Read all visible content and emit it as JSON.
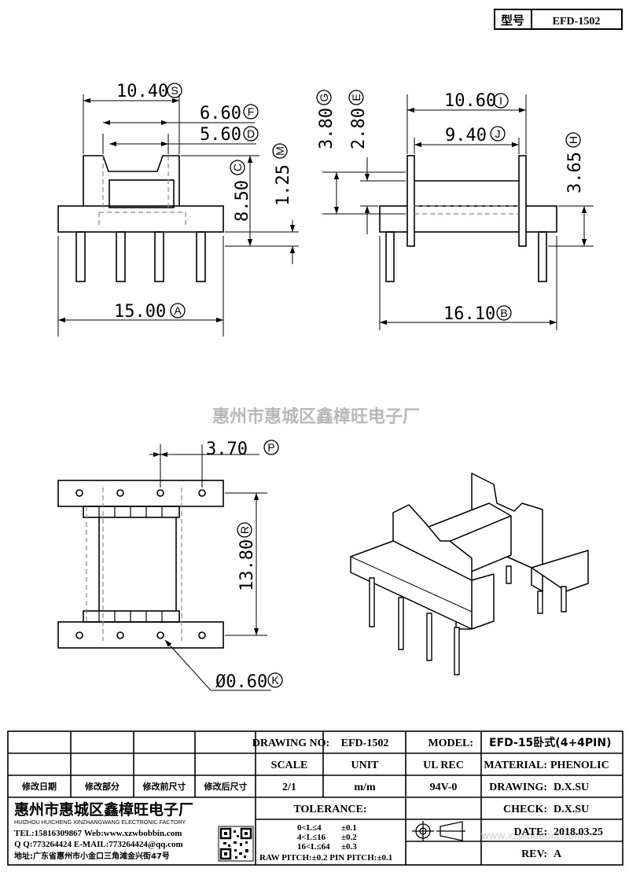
{
  "header": {
    "label": "型号",
    "model": "EFD-1502"
  },
  "dimensions": {
    "S": {
      "value": "10.40",
      "code": "S"
    },
    "F": {
      "value": "6.60",
      "code": "F"
    },
    "D": {
      "value": "5.60",
      "code": "D"
    },
    "C": {
      "value": "8.50",
      "code": "C"
    },
    "M": {
      "value": "1.25",
      "code": "M"
    },
    "A": {
      "value": "15.00",
      "code": "A"
    },
    "G": {
      "value": "3.80",
      "code": "G"
    },
    "E": {
      "value": "2.80",
      "code": "E"
    },
    "I": {
      "value": "10.60",
      "code": "I"
    },
    "J": {
      "value": "9.40",
      "code": "J"
    },
    "H": {
      "value": "3.65",
      "code": "H"
    },
    "B": {
      "value": "16.10",
      "code": "B"
    },
    "P": {
      "value": "3.70",
      "code": "P"
    },
    "R": {
      "value": "13.80",
      "code": "R"
    },
    "K": {
      "value": "Ø0.60",
      "code": "K"
    }
  },
  "watermark": "惠州市惠城区鑫樟旺电子厂",
  "title_block": {
    "drawing_no_label": "DRAWING NO:",
    "drawing_no": "EFD-1502",
    "model_label": "MODEL:",
    "model": "EFD-15卧式(4+4PIN)",
    "scale_label": "SCALE",
    "unit_label": "UNIT",
    "ul_label": "UL REC",
    "material_label": "MATERIAL:",
    "material": "PHENOLIC",
    "scale": "2/1",
    "unit": "m/m",
    "ul": "94V-0",
    "drawing_label": "DRAWING:",
    "drawing": "D.X.SU",
    "check_label": "CHECK:",
    "check": "D.X.SU",
    "date_label": "DATE:",
    "date": "2018.03.25",
    "rev_label": "REV:",
    "rev": "A",
    "tolerance_label": "TOLERANCE:",
    "tolerance_rows": [
      {
        "range": "0<L≤4",
        "tol": "±0.1"
      },
      {
        "range": "4<L≤16",
        "tol": "±0.2"
      },
      {
        "range": "16<L≤64",
        "tol": "±0.3"
      }
    ],
    "pitch_note": "RAW PITCH:±0.2 PIN PITCH:±0.1",
    "revision_headers": [
      "修改日期",
      "修改部分",
      "修改前尺寸",
      "修改后尺寸"
    ],
    "company_cn": "惠州市惠城区鑫樟旺电子厂",
    "company_en": "HUIZHOU HUICHENG XINZHANGWANG ELECTRONIC FACTORY",
    "tel_line": "TEL:15816309867 Web:www.xzwbobbin.com",
    "qq_line": "Q Q:773264424 E-MAIL:773264424@qq.com",
    "address_line": "地址:广东省惠州市小金口三角滩金兴街47号",
    "website_faint": "www.xzwbobbin.com"
  }
}
